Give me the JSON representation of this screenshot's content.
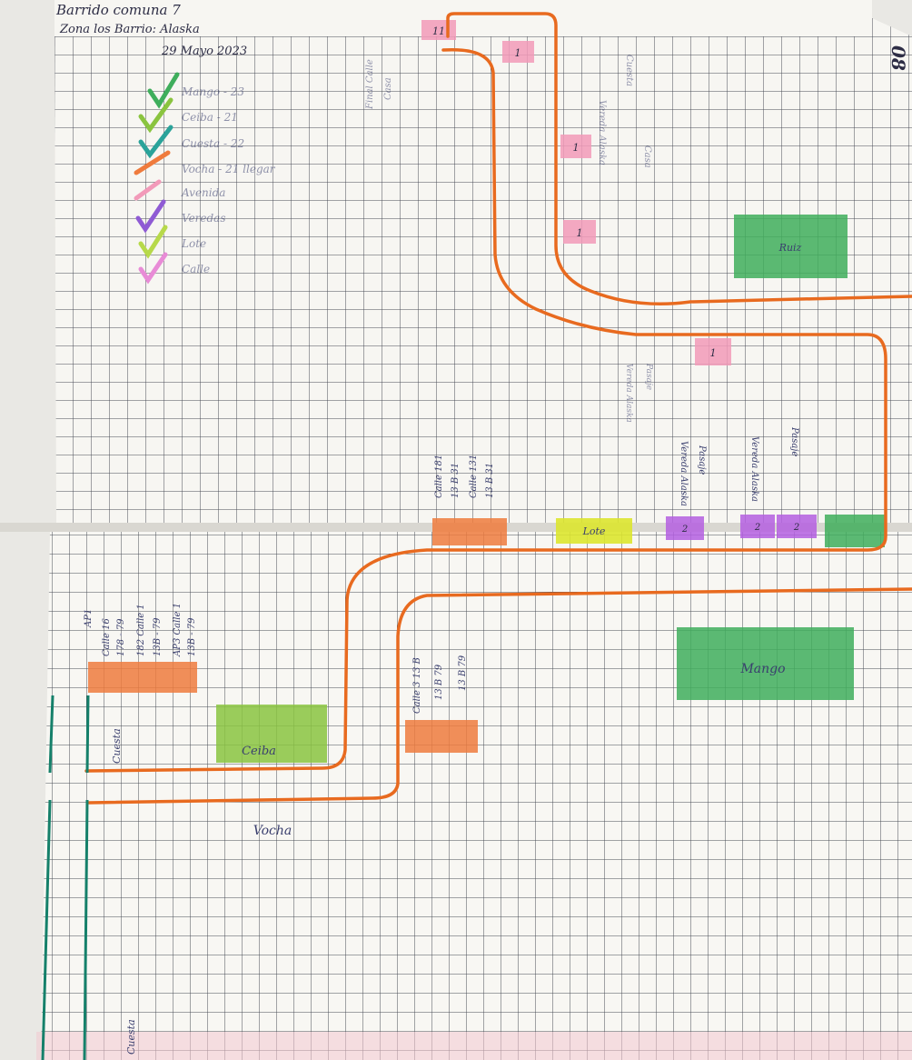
{
  "header": {
    "line1": "Barrido comuna 7",
    "line2": "Zona los Barrio: Alaska",
    "date": "29 Mayo 2023",
    "page_number": "08"
  },
  "legend": {
    "entries": [
      {
        "text": "Mango - 23",
        "color": "#3fae5c"
      },
      {
        "text": "Ceiba - 21",
        "color": "#8ac43f"
      },
      {
        "text": "Cuesta - 22",
        "color": "#2aa39a"
      },
      {
        "text": "Vocha - 21 llegar",
        "color": "#ef7b3d"
      },
      {
        "text": "Avenida",
        "color": "#f29ab9"
      },
      {
        "text": "Veredas",
        "color": "#8f5bd4"
      },
      {
        "text": "Lote",
        "color": "#b7d94a"
      },
      {
        "text": "Calle",
        "color": "#e88bd6"
      }
    ]
  },
  "top_page": {
    "tags": [
      "11",
      "1",
      "1",
      "1",
      "1"
    ],
    "vertical_notes": [
      "Final Calle",
      "Casa",
      "Vereda Alaska",
      "Cuesta",
      "Casa"
    ],
    "street_labels": [
      "Vereda Alaska",
      "Pasaje",
      "Vereda Alaska",
      "Pasaje",
      "Vereda Alaska",
      "Pasaje"
    ],
    "green_block": "Ruiz",
    "calle_notes": [
      "Calle 181",
      "13 B 31",
      "Calle 131",
      "13 B 31"
    ]
  },
  "divider": {
    "lote_label": "Lote",
    "purple_tags": [
      "2",
      "2",
      "2"
    ]
  },
  "bottom_page": {
    "api_label": "AP1",
    "calle_column": [
      "Calle 16",
      "178 - 79",
      "182 Calle 1",
      "13B - 79",
      "AP3 Calle 1",
      "13B - 79"
    ],
    "cuesta_label": "Cuesta",
    "ceiba_label": "Ceiba",
    "vocha_label": "Vocha",
    "cuesta2_label": "Cuesta",
    "calle_right": [
      "Calle 3 13 B",
      "13 B 79",
      "13 B 79"
    ],
    "mango_label": "Mango"
  }
}
